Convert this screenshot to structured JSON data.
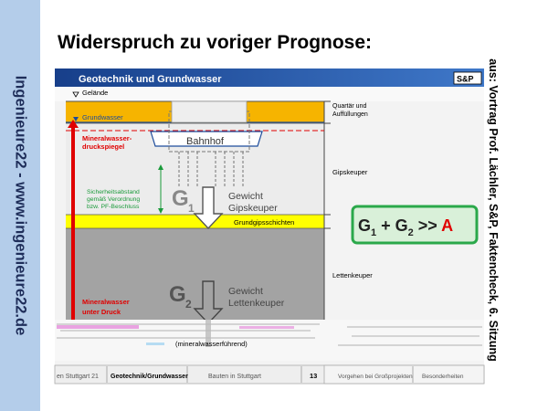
{
  "side_caption": "Ingenieure22 - www.ingenieure22.de",
  "title": "Widerspruch zu voriger Prognose:",
  "source": "aus: Vortrag Prof. Lächler, S&P, Faktencheck, 6. Sitzung",
  "panel": {
    "header": "Geotechnik und Grundwasser",
    "logo": "S&P",
    "labels": {
      "gelaende": "Gelände",
      "grundwasser": "Grundwasser",
      "mineral_line1": "Mineralwasser-",
      "mineral_line2": "druckspiegel",
      "bahnhof": "Bahnhof",
      "sicher1": "Sicherheitsabstand",
      "sicher2": "gemäß Verordnung",
      "sicher3": "bzw. PF-Beschluss",
      "grundgips": "Grundgipsschichten",
      "mw_line1": "Mineralwasser",
      "mw_line2": "unter Druck",
      "mineralwasserfuehrend": "(mineralwasserführend)"
    },
    "layers": {
      "quartaer_line1": "Quartär und",
      "quartaer_line2": "Auffüllungen",
      "gips": "Gipskeuper",
      "letten": "Lettenkeuper"
    },
    "g1": {
      "letter": "G",
      "sub": "1",
      "line1": "Gewicht",
      "line2": "Gipskeuper"
    },
    "g2": {
      "letter": "G",
      "sub": "2",
      "line1": "Gewicht",
      "line2": "Lettenkeuper"
    },
    "formula": {
      "g": "G",
      "s1": "1",
      "plus": " + ",
      "s2": "2",
      "gt": " >> ",
      "a": "A"
    },
    "footer": {
      "tabs": [
        "en Stuttgart 21",
        "Geotechnik/Grundwasser",
        "Bauten in Stuttgart"
      ],
      "page": "13",
      "right_tabs": [
        "Vorgehen bei Großprojekten",
        "Besonderheiten"
      ]
    }
  },
  "colors": {
    "sidebar": "#b4cdea",
    "panel_header": "#1c4b9b",
    "quartaer": "#f6b400",
    "gips_layer": "#ececec",
    "grundgips_layer": "#ffff00",
    "letten_layer": "#a3a3a3",
    "formula_border": "#2aa84a",
    "formula_bg": "#d9f0d9",
    "highlight_red": "#e00000",
    "green_text": "#1a9a3a"
  }
}
